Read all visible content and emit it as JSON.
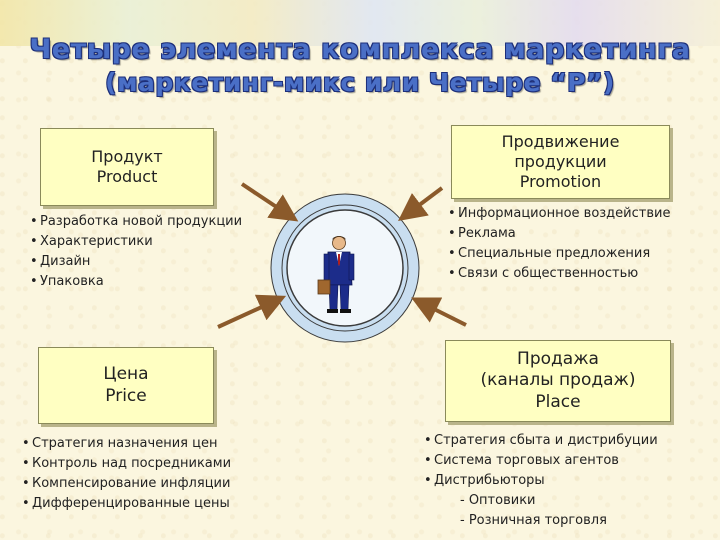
{
  "title": {
    "line1": "Четыре элемента комплекса маркетинга",
    "line2": "(маркетинг-микс или Четыре “Р”)"
  },
  "elements": [
    {
      "id": "product",
      "label_ru": "Продукт",
      "label_en": "Product",
      "items": [
        "Разработка новой продукции",
        "Характеристики",
        "Дизайн",
        "Упаковка"
      ]
    },
    {
      "id": "promotion",
      "label_ru_1": "Продвижение",
      "label_ru_2": "продукции",
      "label_en": "Promotion",
      "items": [
        "Информационное воздействие",
        "Реклама",
        "Специальные предложения",
        "Связи с общественностью"
      ]
    },
    {
      "id": "price",
      "label_ru": "Цена",
      "label_en": "Price",
      "items": [
        "Стратегия назначения цен",
        "Контроль над посредниками",
        "Компенсирование инфляции",
        "Дифференцированные цены"
      ]
    },
    {
      "id": "place",
      "label_ru_1": "Продажа",
      "label_ru_2": "(каналы продаж)",
      "label_en": "Place",
      "items": [
        "Стратегия сбыта и дистрибуции",
        "Система торговых агентов",
        "Дистрибьюторы"
      ],
      "subitems": [
        "- Оптовики",
        "- Розничная торговля"
      ]
    }
  ],
  "colors": {
    "title_fill": "#4a6fc6",
    "title_outline": "#1d2f7a",
    "box_fill": "#ffffc2",
    "arrow": "#8b5a2b",
    "circle_outer": "#c9def0",
    "circle_inner": "#f2f7fb",
    "suit": "#1c2c8a"
  },
  "icons": {
    "center": "businessman-icon",
    "arrows": "arrow-icon"
  }
}
